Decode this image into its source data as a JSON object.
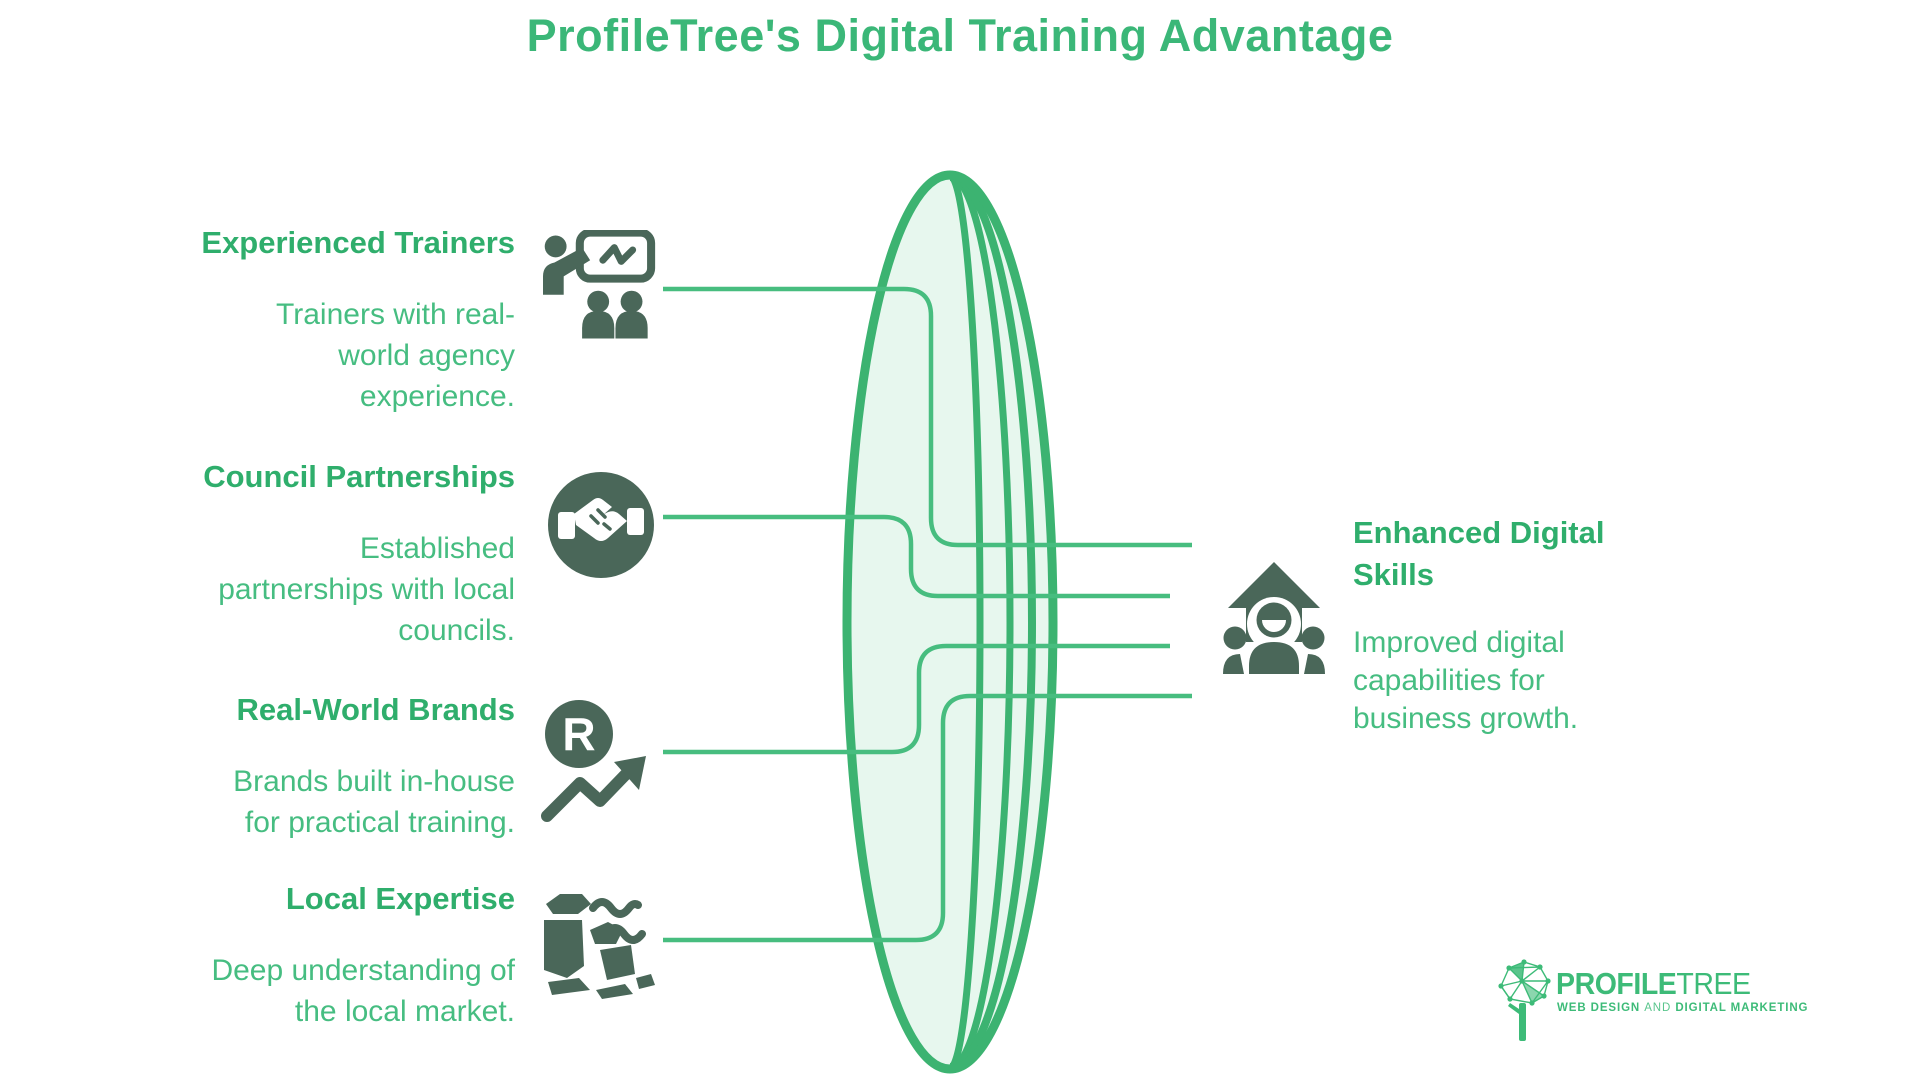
{
  "title": "ProfileTree's Digital Training Advantage",
  "colors": {
    "green_text": "#46bd81",
    "green_heading": "#2fae6c",
    "green_title": "#3bb778",
    "lens_stroke": "#3cb371",
    "lens_fill": "#e7f7ee",
    "connector": "#47bd7f",
    "icon_dark": "#4a6759",
    "logo_green": "#3dbb78"
  },
  "left_items": [
    {
      "heading": "Experienced Trainers",
      "icon": "trainer-presentation-icon",
      "lines": [
        "Trainers with real-",
        "world agency",
        "experience."
      ]
    },
    {
      "heading": "Council Partnerships",
      "icon": "handshake-icon",
      "lines": [
        "Established",
        "partnerships with local",
        "councils."
      ]
    },
    {
      "heading": "Real-World Brands",
      "icon": "brand-growth-icon",
      "lines": [
        "Brands built in-house",
        "for practical training."
      ]
    },
    {
      "heading": "Local Expertise",
      "icon": "local-landscape-icon",
      "lines": [
        "Deep understanding of",
        "the local market."
      ]
    }
  ],
  "right_item": {
    "icon": "growth-people-icon",
    "heading_lines": [
      "Enhanced Digital",
      "Skills"
    ],
    "body_lines": [
      "Improved digital",
      "capabilities for",
      "business growth."
    ]
  },
  "logo": {
    "name_bold": "PROFILE",
    "name_light": "TREE",
    "tagline_bold_1": "WEB DESIGN",
    "tagline_light": "AND",
    "tagline_bold_2": "DIGITAL MARKETING"
  }
}
